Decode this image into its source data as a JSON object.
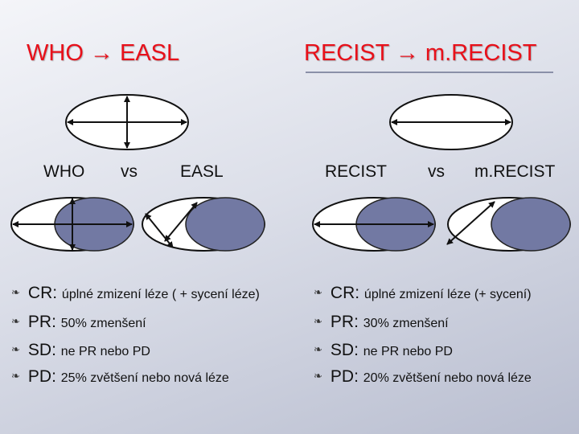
{
  "titles": {
    "left": "WHO → EASL",
    "right": "RECIST → m.RECIST"
  },
  "labels": {
    "who": "WHO",
    "vs1": "vs",
    "easl": "EASL",
    "recist": "RECIST",
    "vs2": "vs",
    "mrecist": "m.RECIST"
  },
  "criteria_left": [
    {
      "key": "CR:",
      "text": "úplné zmizení léze ( + sycení léze)"
    },
    {
      "key": "PR:",
      "text": "50% zmenšení"
    },
    {
      "key": "SD:",
      "text": "ne PR nebo PD"
    },
    {
      "key": "PD:",
      "text": "25% zvětšení nebo nová léze"
    }
  ],
  "criteria_right": [
    {
      "key": "CR:",
      "text": "úplné zmizení léze (+ sycení)"
    },
    {
      "key": "PR:",
      "text": "30% zmenšení"
    },
    {
      "key": "SD:",
      "text": "ne PR nebo PD"
    },
    {
      "key": "PD:",
      "text": "20% zvětšení nebo nová léze"
    }
  ],
  "colors": {
    "title": "#e8101a",
    "lesion_fill": "#7279a3",
    "outline": "#111111"
  },
  "icons": {
    "bullet": "fleuron-bullet-icon"
  }
}
